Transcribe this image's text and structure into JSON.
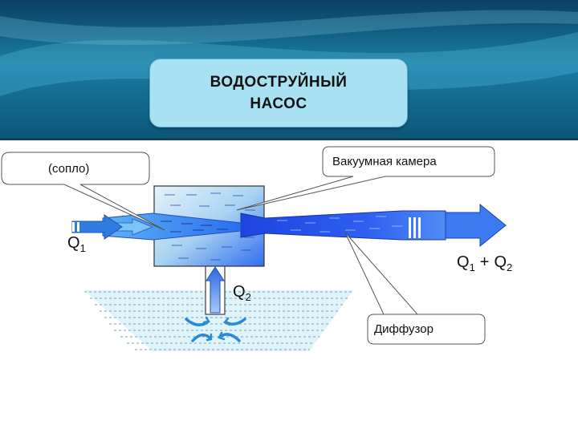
{
  "title": {
    "line1": "ВОДОСТРУЙНЫЙ",
    "line2": "НАСОС"
  },
  "callouts": {
    "nozzle": "(сопло)",
    "vacuum_chamber": "Вакуумная камера",
    "diffuser": "Диффузор"
  },
  "flows": {
    "q1": {
      "letter": "Q",
      "sub": "1"
    },
    "q2": {
      "letter": "Q",
      "sub": "2"
    },
    "q_out": {
      "letter1": "Q",
      "sub1": "1",
      "plus": "+",
      "letter2": "Q",
      "sub2": "2"
    }
  },
  "colors": {
    "banner_dark": "#0c4a6e",
    "banner_light": "#3aa9c9",
    "title_box": "#a8e2f2",
    "water_dark": "#1a3fd8",
    "water_light": "#c9e6f6",
    "pool": "#dff3f9"
  }
}
